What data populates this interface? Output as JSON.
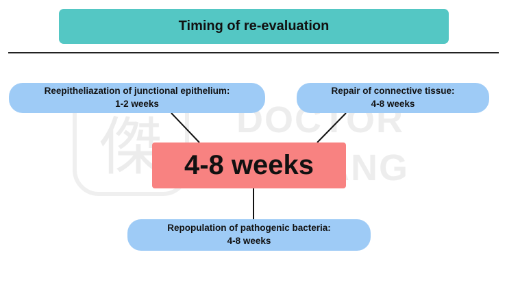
{
  "title": "Timing of re-evaluation",
  "watermark": {
    "seal_glyph": "傑",
    "line1": "DOCTOR",
    "line2": "CHUANG"
  },
  "center": {
    "label": "4-8 weeks"
  },
  "nodes": {
    "left": {
      "line1": "Reepitheliazation of junctional epithelium:",
      "line2": "1-2 weeks"
    },
    "right": {
      "line1": "Repair of connective tissue:",
      "line2": "4-8 weeks"
    },
    "bottom": {
      "line1": "Repopulation of pathogenic bacteria:",
      "line2": "4-8 weeks"
    }
  },
  "colors": {
    "title_fill": "#54c7c4",
    "node_fill": "#9ecbf6",
    "center_fill": "#f88281",
    "connector": "#111111",
    "watermark": "#ededed"
  }
}
